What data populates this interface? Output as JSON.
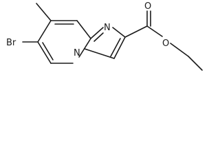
{
  "structure": {
    "atoms": {
      "br": "Br",
      "n_imidazole": "N",
      "n_bridgehead": "N",
      "o_carbonyl": "O",
      "o_ester": "O"
    }
  },
  "colors": {
    "bond": "#1a1a1a",
    "label": "#1a1a1a",
    "background": "#ffffff"
  }
}
